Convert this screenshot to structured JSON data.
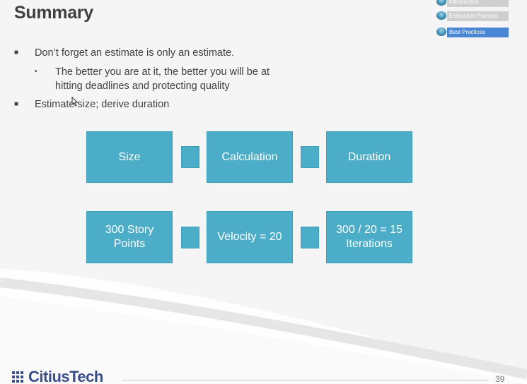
{
  "slide": {
    "title": "Summary",
    "page_number": "39",
    "brand": "CitiusTech"
  },
  "nav": {
    "items": [
      {
        "label": "Introduction",
        "active": false
      },
      {
        "label": "Estimation Process",
        "active": false
      },
      {
        "label": "Best  Practices",
        "active": true
      }
    ]
  },
  "bullets": [
    {
      "text": "Don’t forget an estimate is only an estimate.",
      "level": 1
    },
    {
      "text": "The better you are at it, the better you will be at",
      "level": 2
    },
    {
      "text": "hitting deadlines and protecting quality",
      "level": 2
    },
    {
      "text": "Estimate size; derive duration",
      "level": 1
    }
  ],
  "diagram": {
    "row1": [
      "Size",
      "Calculation",
      "Duration"
    ],
    "row2": [
      [
        "300 Story",
        "Points"
      ],
      [
        "Velocity = 20"
      ],
      [
        "300 / 20 = 15",
        "Iterations"
      ]
    ]
  },
  "colors": {
    "box": "#4badc8",
    "title": "#3f3f3f",
    "active_nav": "#4a86d4",
    "brand": "#3a4f8a"
  },
  "icons": {
    "bullet_square": "square-bullet-icon",
    "bullet_dot": "dot-bullet-icon",
    "nav_marker": "globe-marker-icon",
    "logo": "grid-logo-icon",
    "cursor": "mouse-cursor-icon"
  }
}
